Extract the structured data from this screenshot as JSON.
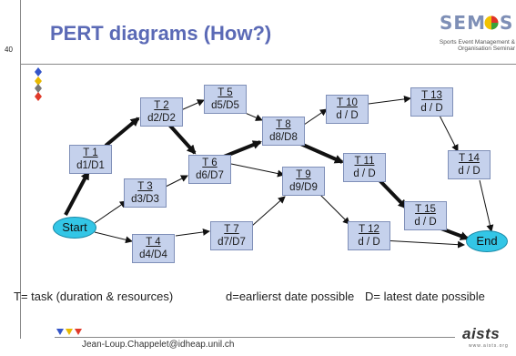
{
  "slide": {
    "page_number": "40",
    "title": "PERT diagrams (How?)"
  },
  "logo": {
    "name": "SEMOS",
    "subtitle": "Sports Event Management & Organisation Seminar"
  },
  "nodes": {
    "start": "Start",
    "end": "End",
    "t1": {
      "id": "T 1",
      "value": "d1/D1"
    },
    "t2": {
      "id": "T 2",
      "value": "d2/D2"
    },
    "t3": {
      "id": "T 3",
      "value": "d3/D3"
    },
    "t4": {
      "id": "T 4",
      "value": "d4/D4"
    },
    "t5": {
      "id": "T 5",
      "value": "d5/D5"
    },
    "t6": {
      "id": "T 6",
      "value": "d6/D7"
    },
    "t7": {
      "id": "T 7",
      "value": "d7/D7"
    },
    "t8": {
      "id": "T 8",
      "value": "d8/D8"
    },
    "t9": {
      "id": "T 9",
      "value": "d9/D9"
    },
    "t10": {
      "id": "T 10",
      "value": "d / D"
    },
    "t11": {
      "id": "T 11",
      "value": "d / D"
    },
    "t12": {
      "id": "T 12",
      "value": "d / D"
    },
    "t13": {
      "id": "T 13",
      "value": "d / D"
    },
    "t14": {
      "id": "T 14",
      "value": "d / D"
    },
    "t15": {
      "id": "T 15",
      "value": "d / D"
    }
  },
  "legend": {
    "task": "T= task (duration & resources)",
    "earliest": "d=earlierst date possible",
    "latest": "D= latest date possible"
  },
  "footer": {
    "email": "Jean-Loup.Chappelet@idheap.unil.ch",
    "brand": "aists",
    "brand_url": "www.aists.org"
  },
  "colors": {
    "title": "#5b6ab6",
    "task_fill": "#c5d1ec",
    "oval_fill": "#33c6e6"
  }
}
